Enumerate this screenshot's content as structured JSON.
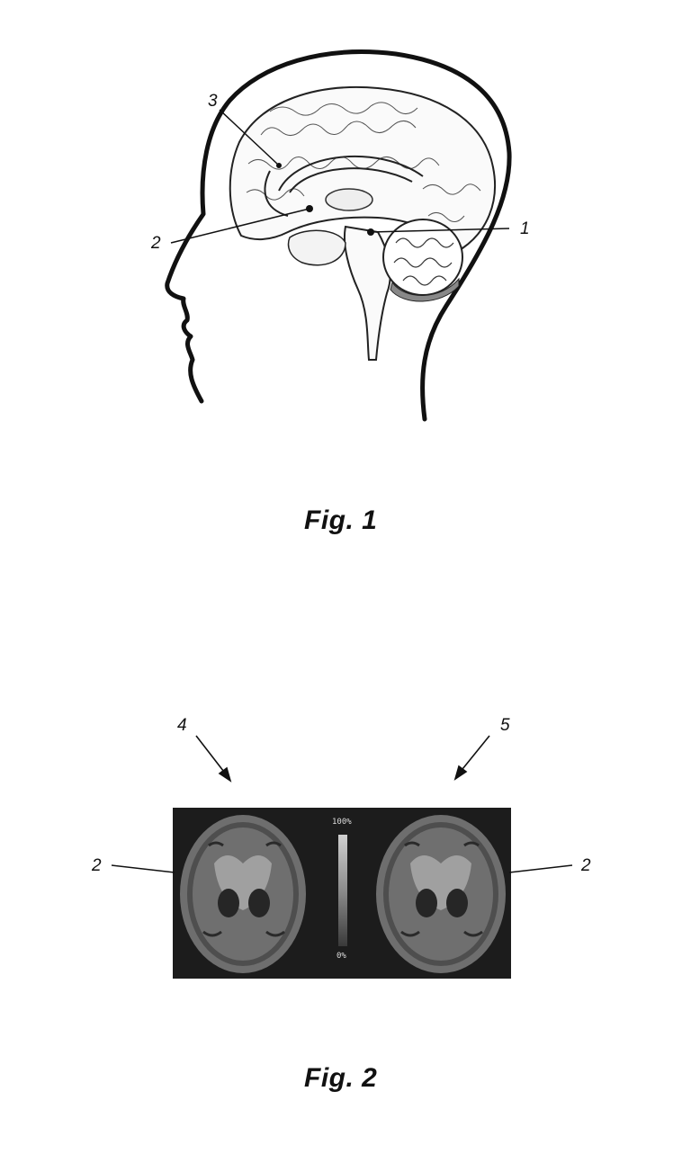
{
  "figure1": {
    "caption": "Fig. 1",
    "labels": {
      "ref1": "1",
      "ref2": "2",
      "ref3": "3"
    }
  },
  "figure2": {
    "caption": "Fig. 2",
    "labels": {
      "ref4": "4",
      "ref5": "5",
      "ref2_left": "2",
      "ref2_right": "2"
    },
    "scale": {
      "max_label": "100%",
      "min_label": "0%"
    }
  },
  "colors": {
    "ink": "#111111",
    "scan_bg": "#1c1c1c",
    "scan_tissue": "#7a7a7a"
  }
}
